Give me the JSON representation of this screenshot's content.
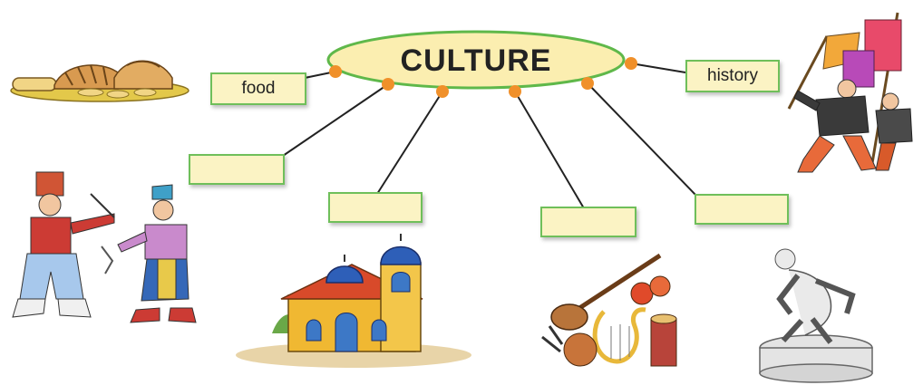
{
  "center": {
    "title": "CULTURE"
  },
  "labels": {
    "food": "food",
    "history": "history",
    "blank_1": "",
    "blank_2": "",
    "blank_3": "",
    "blank_4": ""
  },
  "colors": {
    "ellipse_fill": "#fbeeb0",
    "ellipse_border": "#5fb84a",
    "box_fill": "#fbf3c4",
    "box_border": "#6fbf5a",
    "node_dot": "#f0902a",
    "connector": "#222222"
  },
  "illustrations": [
    "bread-food-illustration",
    "greek-folk-dancers-illustration",
    "orthodox-church-illustration",
    "musical-instruments-illustration",
    "ancient-statue-illustration",
    "revolutionaries-with-flags-illustration"
  ]
}
